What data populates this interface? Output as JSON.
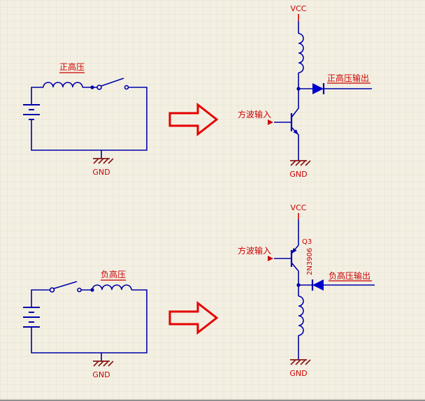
{
  "colors": {
    "background": "#f3f0e3",
    "grid_line": "#e4e1d2",
    "wire": "#0000aa",
    "diode": "#0000cc",
    "label_red": "#cc0000",
    "ground_symbol": "#8b1a1a",
    "arrow": "#e60000"
  },
  "circuits": {
    "top_left": {
      "label": "正高压",
      "gnd_label": "GND"
    },
    "top_right": {
      "vcc_label": "VCC",
      "input_label": "方波输入",
      "output_label": "正高压输出",
      "gnd_label": "GND"
    },
    "bottom_left": {
      "label": "负高压",
      "gnd_label": "GND"
    },
    "bottom_right": {
      "vcc_label": "VCC",
      "input_label": "方波输入",
      "output_label": "负高压输出",
      "gnd_label": "GND",
      "transistor_designator": "Q3",
      "transistor_part": "2N3906"
    }
  }
}
